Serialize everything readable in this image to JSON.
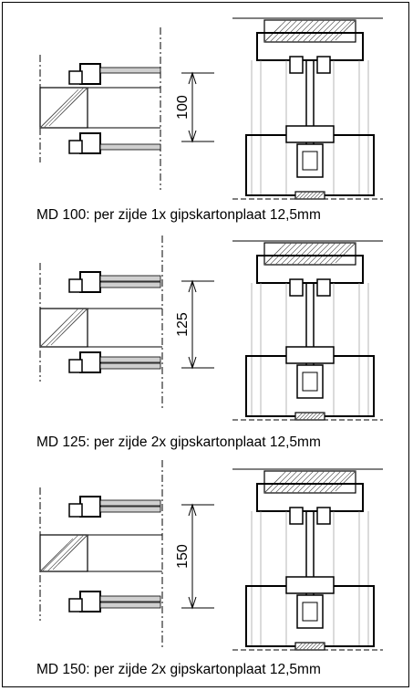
{
  "panels": [
    {
      "dimension": "100",
      "caption": "MD 100: per zijde 1x gipskartonplaat 12,5mm",
      "boards_per_side": 1
    },
    {
      "dimension": "125",
      "caption": "MD 125: per zijde 2x gipskartonplaat 12,5mm",
      "boards_per_side": 2
    },
    {
      "dimension": "150",
      "caption": "MD 150: per zijde 2x gipskartonplaat 12,5mm",
      "boards_per_side": 2
    }
  ],
  "colors": {
    "line": "#000000",
    "hatch": "#555555",
    "board": "#cfcfcf",
    "thin": "#999999"
  }
}
